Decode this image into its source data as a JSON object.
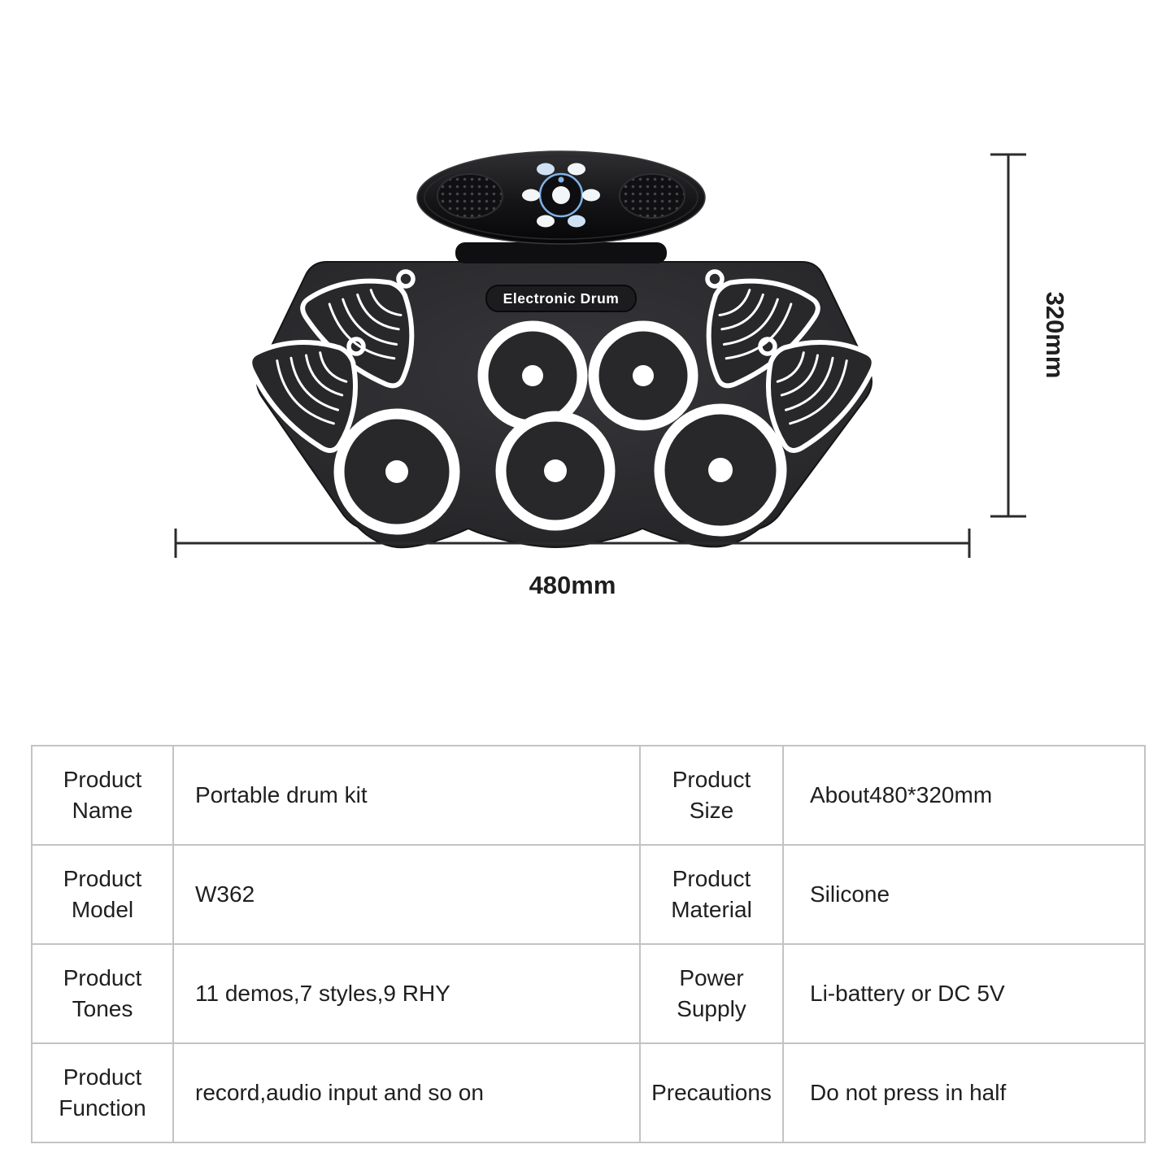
{
  "illustration": {
    "device_label": "Electronic Drum",
    "dim_height": "320mm",
    "dim_width": "480mm",
    "colors": {
      "mat": "#28282b",
      "pod_black": "#141416",
      "pad_outline": "#ffffff",
      "accent_blue": "#7fb3e8",
      "dimension_line": "#2b2b2b",
      "table_border": "#c3c3c3"
    }
  },
  "spec_table": {
    "rows": [
      {
        "label_left": "Product Name",
        "value_left": "Portable drum kit",
        "label_right": "Product Size",
        "value_right": "About480*320mm"
      },
      {
        "label_left": "Product Model",
        "value_left": "W362",
        "label_right": "Product Material",
        "value_right": "Silicone"
      },
      {
        "label_left": "Product Tones",
        "value_left": "11 demos,7 styles,9 RHY",
        "label_right": "Power Supply",
        "value_right": "Li-battery or DC 5V"
      },
      {
        "label_left": "Product Function",
        "value_left": "record,audio input and so on",
        "label_right": "Precautions",
        "value_right": "Do not press in half"
      }
    ]
  }
}
